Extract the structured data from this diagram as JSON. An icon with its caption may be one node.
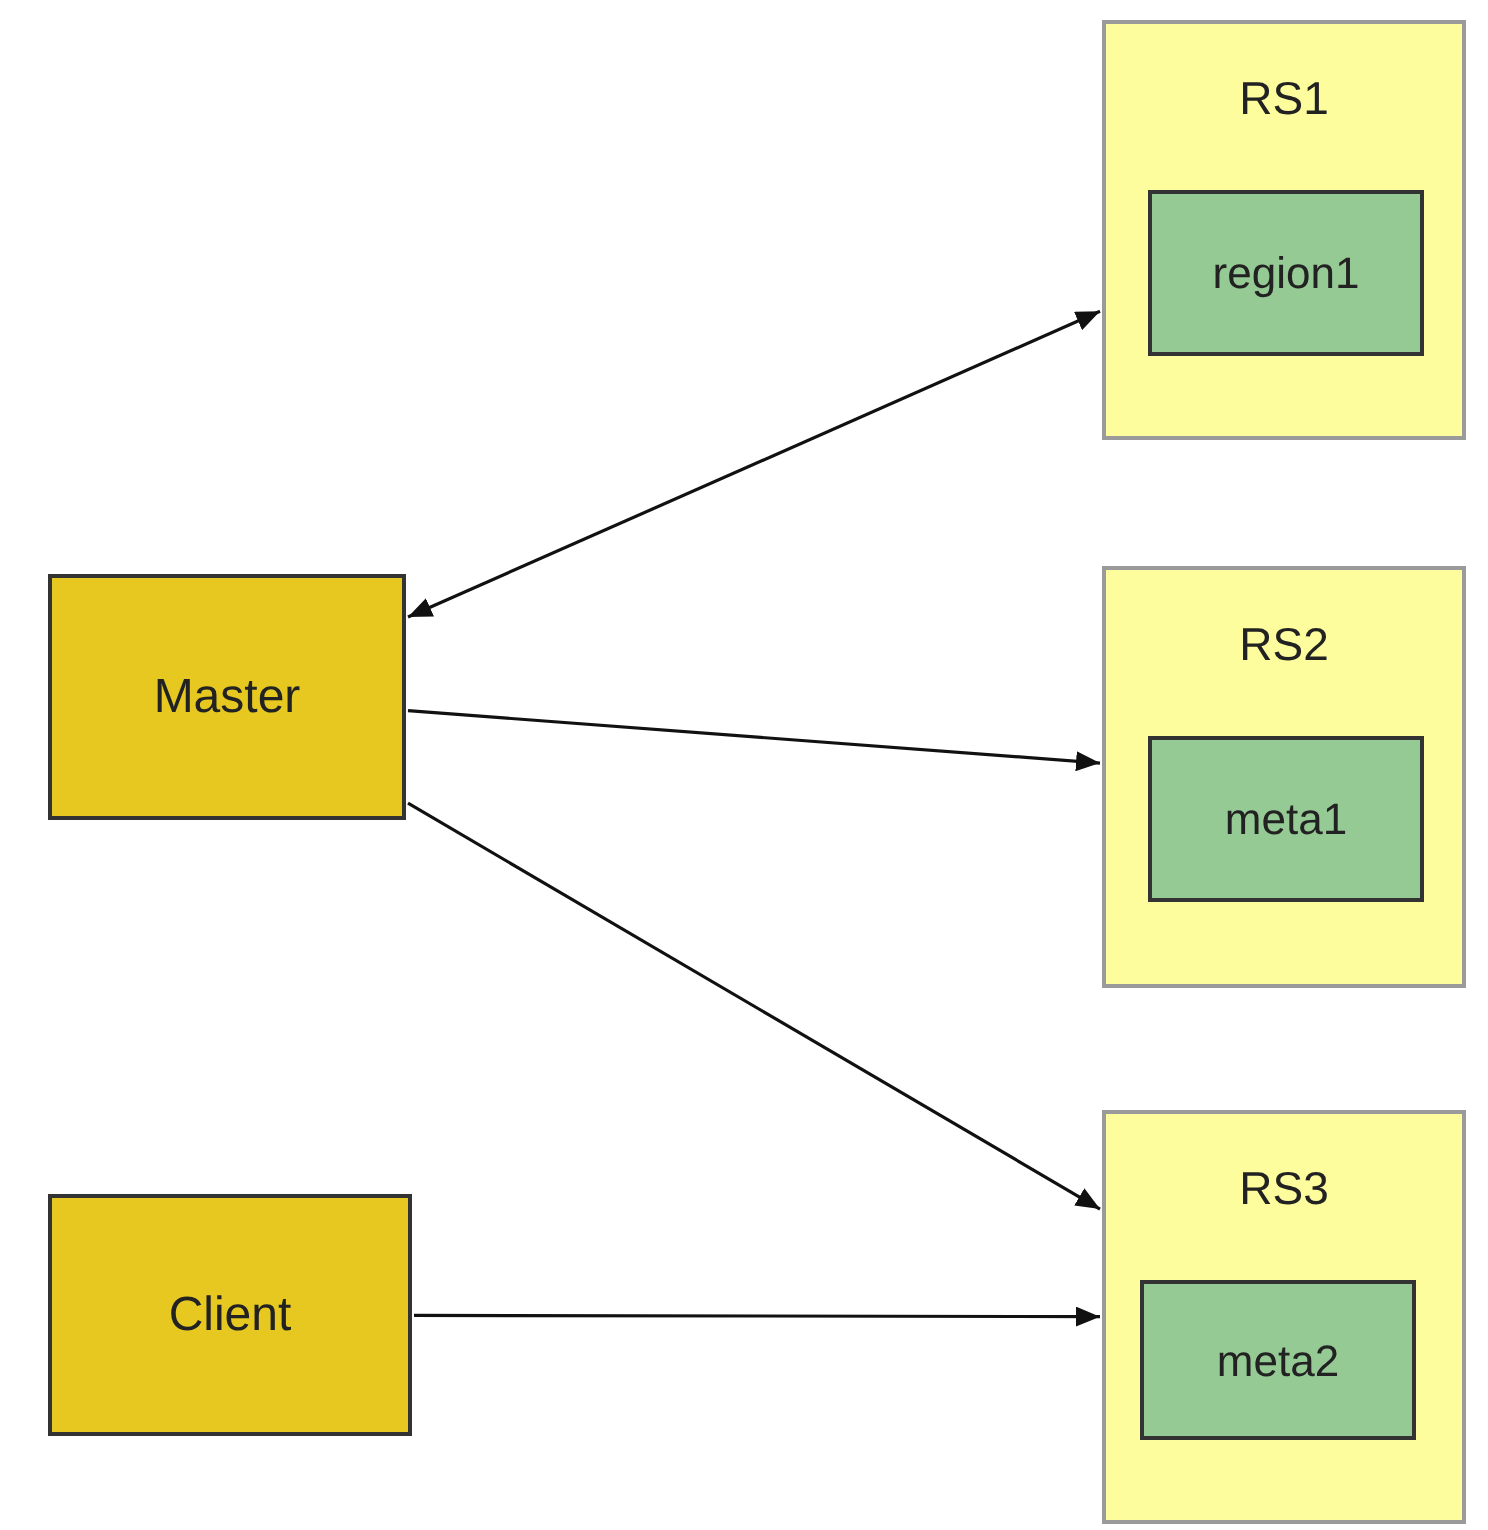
{
  "diagram": {
    "nodes": [
      {
        "text": [
          "RS1"
        ]
      },
      {
        "text": [
          "region1"
        ],
        "in": 0
      },
      {
        "text": [
          "Master"
        ]
      },
      {
        "text": [
          "RS2"
        ]
      },
      {
        "text": [
          "meta1"
        ],
        "in": 3
      },
      {
        "text": [
          "Client"
        ]
      },
      {
        "text": [
          "RS3"
        ]
      },
      {
        "text": [
          "meta2"
        ],
        "in": 6
      }
    ],
    "edges": [
      {
        "from": 2,
        "to": 0,
        "arrow": "both"
      },
      {
        "from": 2,
        "to": 3,
        "arrow": "to"
      },
      {
        "from": 2,
        "to": 6,
        "arrow": "to"
      },
      {
        "from": 5,
        "to": 6,
        "arrow": "to"
      }
    ]
  }
}
